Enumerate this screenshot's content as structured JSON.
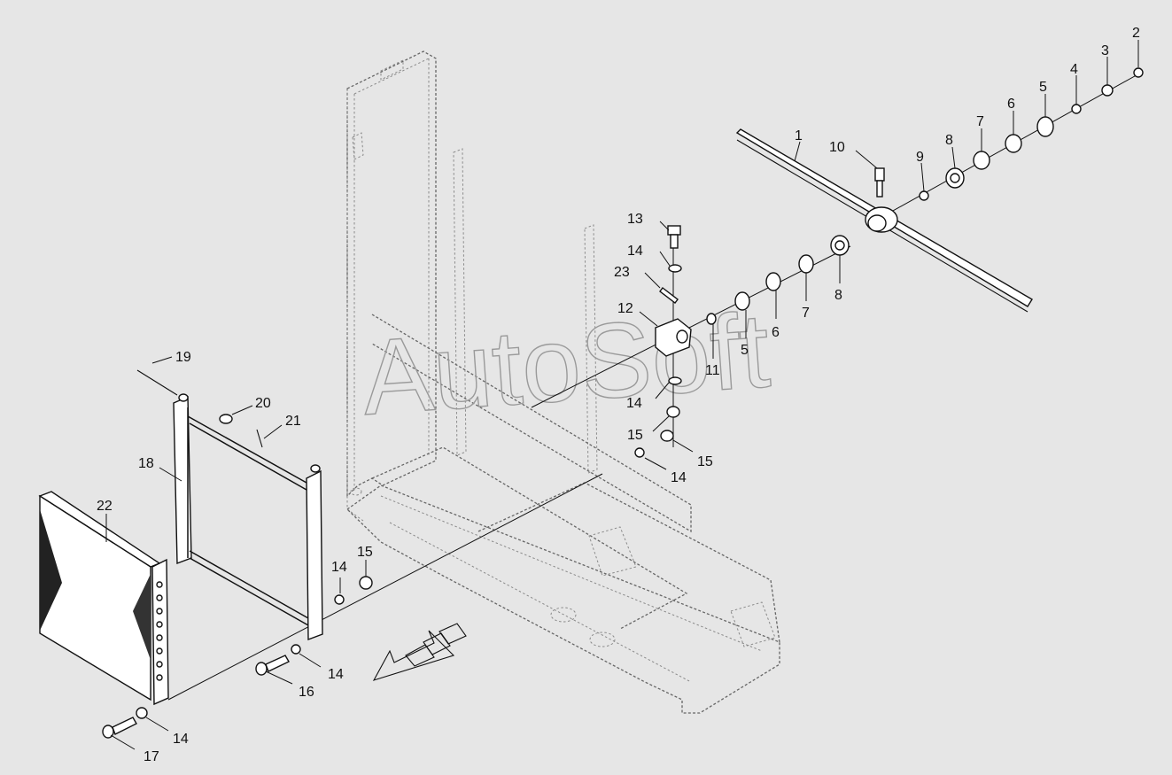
{
  "watermark": "AutoSoft",
  "callouts": [
    {
      "label": "1"
    },
    {
      "label": "2"
    },
    {
      "label": "3"
    },
    {
      "label": "4"
    },
    {
      "label": "5"
    },
    {
      "label": "6"
    },
    {
      "label": "7"
    },
    {
      "label": "8"
    },
    {
      "label": "9"
    },
    {
      "label": "10"
    },
    {
      "label": "8"
    },
    {
      "label": "7"
    },
    {
      "label": "6"
    },
    {
      "label": "5"
    },
    {
      "label": "11"
    },
    {
      "label": "12"
    },
    {
      "label": "13"
    },
    {
      "label": "14"
    },
    {
      "label": "23"
    },
    {
      "label": "14"
    },
    {
      "label": "15"
    },
    {
      "label": "15"
    },
    {
      "label": "14"
    },
    {
      "label": "19"
    },
    {
      "label": "20"
    },
    {
      "label": "21"
    },
    {
      "label": "18"
    },
    {
      "label": "22"
    },
    {
      "label": "14"
    },
    {
      "label": "15"
    },
    {
      "label": "14"
    },
    {
      "label": "16"
    },
    {
      "label": "14"
    },
    {
      "label": "17"
    }
  ]
}
